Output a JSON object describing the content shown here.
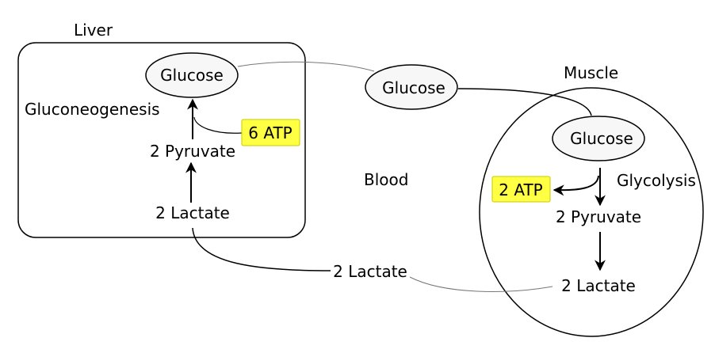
{
  "regions": {
    "liver": "Liver",
    "muscle": "Muscle",
    "blood": "Blood"
  },
  "processes": {
    "gluconeogenesis": "Gluconeogenesis",
    "glycolysis": "Glycolysis"
  },
  "liver": {
    "glucose": "Glucose",
    "atp": "6 ATP",
    "pyruvate": "2 Pyruvate",
    "lactate": "2 Lactate"
  },
  "blood": {
    "glucose": "Glucose",
    "lactate": "2 Lactate"
  },
  "muscle": {
    "glucose": "Glucose",
    "atp": "2 ATP",
    "pyruvate": "2 Pyruvate",
    "lactate": "2 Lactate"
  },
  "colors": {
    "atp_highlight": "#ffff44",
    "atp_border": "#c8c800",
    "node_fill": "#f7f7f7"
  }
}
